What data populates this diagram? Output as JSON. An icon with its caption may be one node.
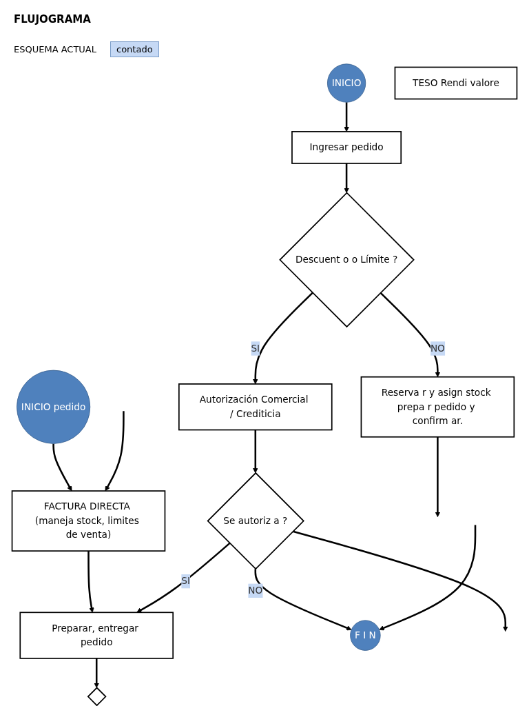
{
  "diagram": {
    "title": "FLUJOGRAMA",
    "nodes": [
      {
        "text": [
          "INICIO"
        ]
      },
      {
        "text": [
          "INICIO pedido"
        ]
      },
      {
        "text": [
          "Ingresar pedido"
        ]
      },
      {
        "text": [
          "FACTURA DIRECTA (maneja stock, limites de venta)"
        ]
      },
      {
        "text": [
          "Descuent o o Límite ?"
        ]
      },
      {
        "text": [
          "Reserva r y asign stock prepa r pedido y confirm ar."
        ]
      },
      {
        "text": [
          "Preparar, entregar pedido"
        ]
      },
      {
        "text": [],
        "shape": "diamond"
      },
      {
        "text": [
          "Autorización Comercial / Crediticia"
        ]
      },
      {
        "text": [
          "Se autoriz a ?"
        ]
      },
      {
        "text": [
          "F I N"
        ]
      },
      {
        "text": [
          "TESO Rendi valore"
        ]
      }
    ],
    "edges": [
      {
        "from": 0,
        "to": 2,
        "arrow": "to"
      },
      {
        "from": 1,
        "to": 3,
        "arrow": "to"
      },
      {
        "from": null,
        "to": 3,
        "arrow": "to"
      },
      {
        "from": 2,
        "to": 4,
        "arrow": "to"
      },
      {
        "from": 3,
        "to": 6,
        "arrow": "to"
      },
      {
        "from": 4,
        "to": 5,
        "label": "NO",
        "arrow": "to"
      },
      {
        "from": 6,
        "to": 7,
        "arrow": "to"
      },
      {
        "from": 4,
        "to": 8,
        "label": "SI",
        "arrow": "to"
      },
      {
        "from": 5,
        "to": null,
        "arrow": "to"
      },
      {
        "from": 8,
        "to": 9,
        "arrow": "to"
      },
      {
        "from": 9,
        "to": 6,
        "label": "SI",
        "arrow": "to"
      },
      {
        "from": 9,
        "to": null,
        "arrow": "to"
      },
      {
        "from": 9,
        "to": 10,
        "label": "NO",
        "arrow": "to"
      },
      {
        "from": null,
        "to": 10,
        "arrow": "to"
      }
    ],
    "labels": [
      "ESQUEMA ACTUAL",
      "contado"
    ]
  }
}
